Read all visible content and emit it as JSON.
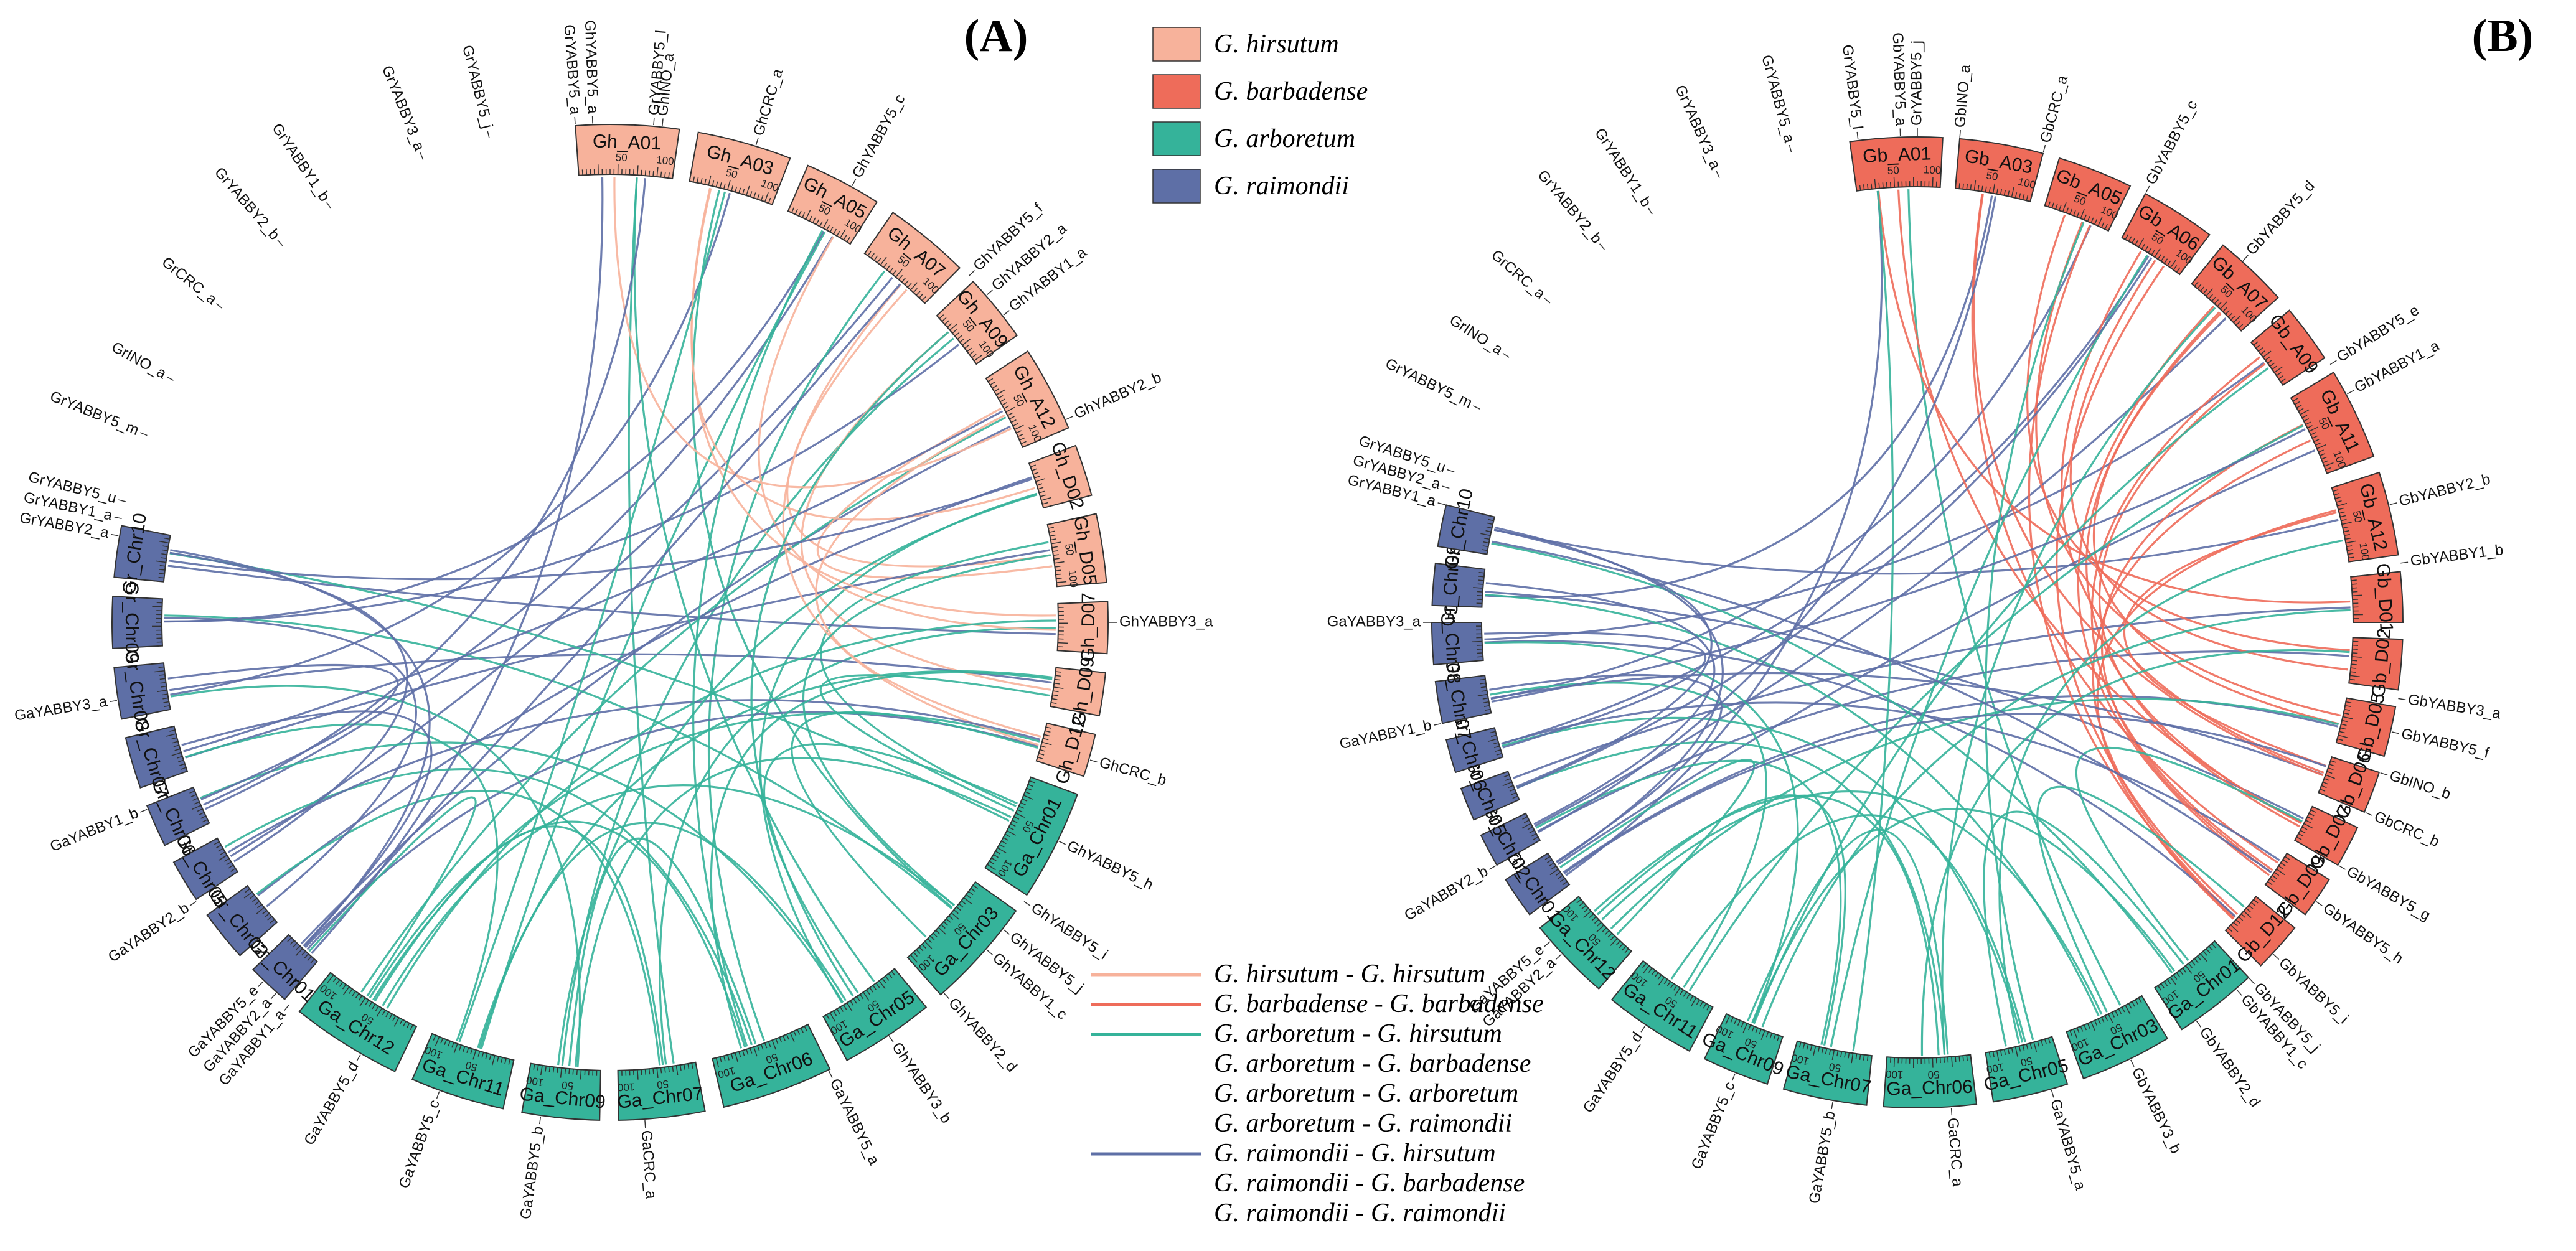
{
  "panels": [
    {
      "label": "(A)",
      "segments": [
        {
          "name": "Gh_A01",
          "color": "hirsutum"
        },
        {
          "name": "Gh_A03",
          "color": "hirsutum"
        },
        {
          "name": "Gh_A05",
          "color": "hirsutum"
        },
        {
          "name": "Gh_A07",
          "color": "hirsutum"
        },
        {
          "name": "Gh_A09",
          "color": "hirsutum"
        },
        {
          "name": "Gh_A12",
          "color": "hirsutum"
        },
        {
          "name": "Gh_D02",
          "color": "hirsutum"
        },
        {
          "name": "Gh_D05",
          "color": "hirsutum"
        },
        {
          "name": "Gh_D07",
          "color": "hirsutum"
        },
        {
          "name": "Gh_D09",
          "color": "hirsutum"
        },
        {
          "name": "Gh_D12",
          "color": "hirsutum"
        },
        {
          "name": "Ga_Chr01",
          "color": "arboretum"
        },
        {
          "name": "Ga_Chr03",
          "color": "arboretum"
        },
        {
          "name": "Ga_Chr05",
          "color": "arboretum"
        },
        {
          "name": "Ga_Chr06",
          "color": "arboretum"
        },
        {
          "name": "Ga_Chr07",
          "color": "arboretum"
        },
        {
          "name": "Ga_Chr09",
          "color": "arboretum"
        },
        {
          "name": "Ga_Chr11",
          "color": "arboretum"
        },
        {
          "name": "Ga_Chr12",
          "color": "arboretum"
        },
        {
          "name": "Gr_Chr01",
          "color": "raimondii"
        },
        {
          "name": "Gr_Chr02",
          "color": "raimondii"
        },
        {
          "name": "Gr_Chr05",
          "color": "raimondii"
        },
        {
          "name": "Gr_Chr06",
          "color": "raimondii"
        },
        {
          "name": "Gr_Chr07",
          "color": "raimondii"
        },
        {
          "name": "Gr_Chr08",
          "color": "raimondii"
        },
        {
          "name": "Gr_Chr09",
          "color": "raimondii"
        },
        {
          "name": "Gr_Chr10",
          "color": "raimondii"
        }
      ],
      "genes": [
        "GhYABBY5_a",
        "GhINO_a",
        "GhCRC_a",
        "GhYABBY5_c",
        "GhYABBY5_f",
        "GhYABBY2_a",
        "GhYABBY1_a",
        "GhYABBY2_b",
        "GhYABBY3_a",
        "GhCRC_b",
        "GhYABBY5_h",
        "GhYABBY5_i",
        "GhYABBY5_j",
        "GhYABBY1_c",
        "GhYABBY2_d",
        "GhYABBY3_b",
        "GaYABBY5_a",
        "GaCRC_a",
        "GaYABBY5_b",
        "GaYABBY5_c",
        "GaYABBY5_d",
        "GaYABBY1_a",
        "GaYABBY2_a",
        "GaYABBY5_e",
        "GaYABBY2_b",
        "GaYABBY1_b",
        "GaYABBY3_a",
        "GrYABBY2_a",
        "GrYABBY1_a",
        "GrYABBY5_u",
        "GrYABBY5_m",
        "GrINO_a",
        "GrCRC_a",
        "GrYABBY2_b",
        "GrYABBY1_b",
        "GrYABBY3_a",
        "GrYABBY5_j",
        "GrYABBY5_a",
        "GrYABBY5_l"
      ],
      "tick_values": [
        "50",
        "100"
      ]
    },
    {
      "label": "(B)",
      "segments": [
        {
          "name": "Gb_A01",
          "color": "barbadense"
        },
        {
          "name": "Gb_A03",
          "color": "barbadense"
        },
        {
          "name": "Gb_A05",
          "color": "barbadense"
        },
        {
          "name": "Gb_A06",
          "color": "barbadense"
        },
        {
          "name": "Gb_A07",
          "color": "barbadense"
        },
        {
          "name": "Gb_A09",
          "color": "barbadense"
        },
        {
          "name": "Gb_A11",
          "color": "barbadense"
        },
        {
          "name": "Gb_A12",
          "color": "barbadense"
        },
        {
          "name": "Gb_D01",
          "color": "barbadense"
        },
        {
          "name": "Gb_D02",
          "color": "barbadense"
        },
        {
          "name": "Gb_D05",
          "color": "barbadense"
        },
        {
          "name": "Gb_D06",
          "color": "barbadense"
        },
        {
          "name": "Gb_D07",
          "color": "barbadense"
        },
        {
          "name": "Gb_D09",
          "color": "barbadense"
        },
        {
          "name": "Gb_D12",
          "color": "barbadense"
        },
        {
          "name": "Ga_Chr01",
          "color": "arboretum"
        },
        {
          "name": "Ga_Chr03",
          "color": "arboretum"
        },
        {
          "name": "Ga_Chr05",
          "color": "arboretum"
        },
        {
          "name": "Ga_Chr06",
          "color": "arboretum"
        },
        {
          "name": "Ga_Chr07",
          "color": "arboretum"
        },
        {
          "name": "Ga_Chr09",
          "color": "arboretum"
        },
        {
          "name": "Ga_Chr11",
          "color": "arboretum"
        },
        {
          "name": "Ga_Chr12",
          "color": "arboretum"
        },
        {
          "name": "Gr_Chr01",
          "color": "raimondii"
        },
        {
          "name": "Gr_Chr02",
          "color": "raimondii"
        },
        {
          "name": "Gr_Chr05",
          "color": "raimondii"
        },
        {
          "name": "Gr_Chr06",
          "color": "raimondii"
        },
        {
          "name": "Gr_Chr07",
          "color": "raimondii"
        },
        {
          "name": "Gr_Chr08",
          "color": "raimondii"
        },
        {
          "name": "Gr_Chr09",
          "color": "raimondii"
        },
        {
          "name": "Gr_Chr10",
          "color": "raimondii"
        }
      ],
      "genes": [
        "GbYABBY5_a",
        "GbINO_a",
        "GbCRC_a",
        "GbYABBY5_c",
        "GbYABBY5_d",
        "GbYABBY5_e",
        "GbYABBY1_a",
        "GbYABBY2_b",
        "GbYABBY1_b",
        "GbYABBY3_a",
        "GbYABBY5_f",
        "GbINO_b",
        "GbCRC_b",
        "GbYABBY5_g",
        "GbYABBY5_h",
        "GbYABBY5_i",
        "GbYABBY5_j",
        "GbYABBY1_c",
        "GbYABBY2_d",
        "GbYABBY3_b",
        "GaYABBY5_a",
        "GaCRC_a",
        "GaYABBY5_b",
        "GaYABBY5_c",
        "GaYABBY5_d",
        "GaYABBY2_a",
        "GaYABBY5_e",
        "GaYABBY2_b",
        "GaYABBY1_b",
        "GaYABBY3_a",
        "GrYABBY1_a",
        "GrYABBY2_a",
        "GrYABBY5_u",
        "GrYABBY5_m",
        "GrINO_a",
        "GrCRC_a",
        "GrYABBY2_b",
        "GrYABBY1_b",
        "GrYABBY3_a",
        "GrYABBY5_a",
        "GrYABBY5_l",
        "GrYABBY5_j"
      ],
      "tick_values": [
        "50",
        "100"
      ]
    }
  ],
  "species_legend": [
    {
      "label": "G. hirsutum",
      "color": "#F7B29B"
    },
    {
      "label": "G. barbadense",
      "color": "#EE6C5A"
    },
    {
      "label": "G. arboretum",
      "color": "#35B39A"
    },
    {
      "label": "G. raimondii",
      "color": "#5E6FA6"
    }
  ],
  "link_legend": [
    {
      "color": "#F7B29B",
      "labels": [
        "G. hirsutum - G. hirsutum"
      ]
    },
    {
      "color": "#EE6C5A",
      "labels": [
        "G. barbadense - G. barbadense"
      ]
    },
    {
      "color": "#35B39A",
      "labels": [
        "G. arboretum - G. hirsutum",
        "G. arboretum - G. barbadense",
        "G. arboretum - G. arboretum",
        "G. arboretum - G. raimondii"
      ]
    },
    {
      "color": "#5E6FA6",
      "labels": [
        "G. raimondii - G. hirsutum",
        "G. raimondii - G. barbadense",
        "G. raimondii - G. raimondii"
      ]
    }
  ],
  "colors": {
    "hirsutum": "#F7B29B",
    "barbadense": "#EE6C5A",
    "arboretum": "#35B39A",
    "raimondii": "#5E6FA6"
  }
}
